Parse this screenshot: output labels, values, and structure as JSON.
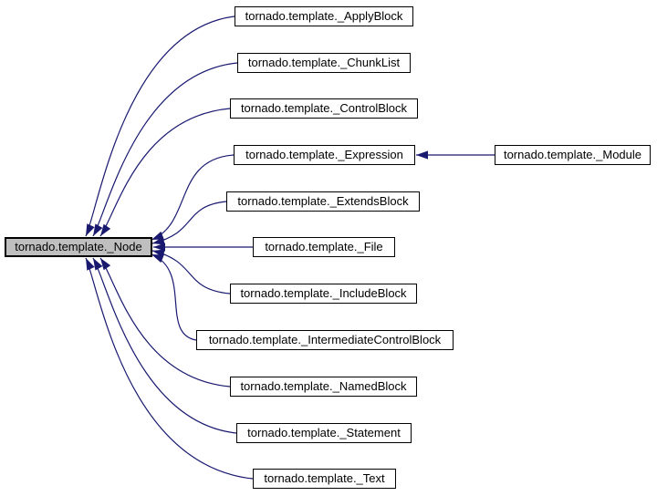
{
  "diagram": {
    "kind": "class-inheritance-graph",
    "base_class": "tornado.template._Node",
    "colors": {
      "arrow": "#191970",
      "node_border": "#000000",
      "node_fill": "#ffffff",
      "base_node_fill": "#bfbfbf",
      "background": "#ffffff",
      "text": "#000000"
    },
    "nodes": [
      {
        "label": "tornado.template._Node"
      },
      {
        "label": "tornado.template._ApplyBlock"
      },
      {
        "label": "tornado.template._ChunkList"
      },
      {
        "label": "tornado.template._ControlBlock"
      },
      {
        "label": "tornado.template._Expression"
      },
      {
        "label": "tornado.template._ExtendsBlock"
      },
      {
        "label": "tornado.template._File"
      },
      {
        "label": "tornado.template._IncludeBlock"
      },
      {
        "label": "tornado.template._IntermediateControlBlock"
      },
      {
        "label": "tornado.template._NamedBlock"
      },
      {
        "label": "tornado.template._Statement"
      },
      {
        "label": "tornado.template._Text"
      },
      {
        "label": "tornado.template._Module"
      }
    ],
    "edges": [
      {
        "from": "tornado.template._ApplyBlock",
        "to": "tornado.template._Node"
      },
      {
        "from": "tornado.template._ChunkList",
        "to": "tornado.template._Node"
      },
      {
        "from": "tornado.template._ControlBlock",
        "to": "tornado.template._Node"
      },
      {
        "from": "tornado.template._Expression",
        "to": "tornado.template._Node"
      },
      {
        "from": "tornado.template._ExtendsBlock",
        "to": "tornado.template._Node"
      },
      {
        "from": "tornado.template._File",
        "to": "tornado.template._Node"
      },
      {
        "from": "tornado.template._IncludeBlock",
        "to": "tornado.template._Node"
      },
      {
        "from": "tornado.template._IntermediateControlBlock",
        "to": "tornado.template._Node"
      },
      {
        "from": "tornado.template._NamedBlock",
        "to": "tornado.template._Node"
      },
      {
        "from": "tornado.template._Statement",
        "to": "tornado.template._Node"
      },
      {
        "from": "tornado.template._Text",
        "to": "tornado.template._Node"
      },
      {
        "from": "tornado.template._Module",
        "to": "tornado.template._Expression"
      }
    ]
  }
}
